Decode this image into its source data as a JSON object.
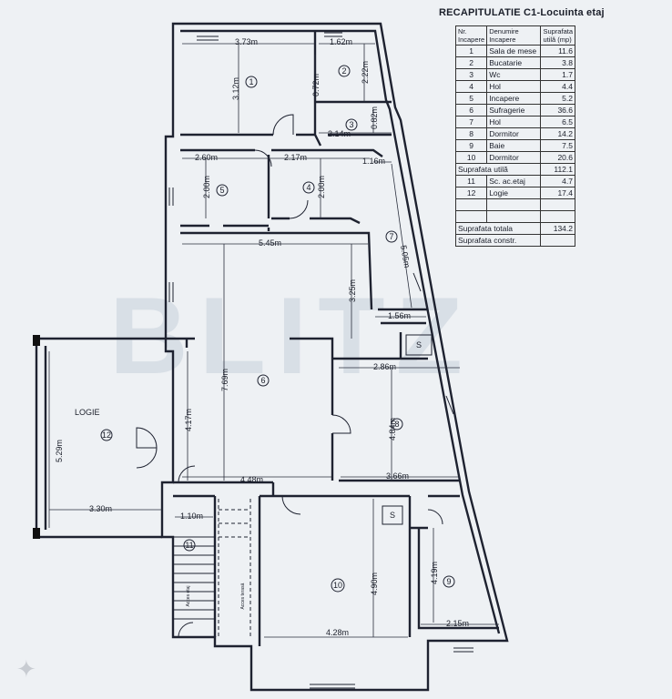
{
  "recap": {
    "title": "RECAPITULATIE  C1-Locuinta etaj",
    "headers": {
      "nr": "Nr. Incapere",
      "name": "Denumire Incapere",
      "area": "Suprafata utilă (mp)"
    },
    "rows": [
      {
        "nr": "1",
        "name": "Sala de mese",
        "area": "11.6"
      },
      {
        "nr": "2",
        "name": "Bucatarie",
        "area": "3.8"
      },
      {
        "nr": "3",
        "name": "Wc",
        "area": "1.7"
      },
      {
        "nr": "4",
        "name": "Hol",
        "area": "4.4"
      },
      {
        "nr": "5",
        "name": "Incapere",
        "area": "5.2"
      },
      {
        "nr": "6",
        "name": "Sufragerie",
        "area": "36.6"
      },
      {
        "nr": "7",
        "name": "Hol",
        "area": "6.5"
      },
      {
        "nr": "8",
        "name": "Dormitor",
        "area": "14.2"
      },
      {
        "nr": "9",
        "name": "Baie",
        "area": "7.5"
      },
      {
        "nr": "10",
        "name": "Dormitor",
        "area": "20.6"
      }
    ],
    "useful_label": "Suprafata utilă",
    "useful_value": "112.1",
    "extra_rows": [
      {
        "nr": "11",
        "name": "Sc. ac.etaj",
        "area": "4.7"
      },
      {
        "nr": "12",
        "name": "Logie",
        "area": "17.4"
      }
    ],
    "total_label": "Suprafata totala",
    "total_value": "134.2",
    "built_label": "Suprafata constr."
  },
  "plan": {
    "room_labels": [
      "1",
      "2",
      "3",
      "4",
      "5",
      "6",
      "7",
      "8",
      "9",
      "10",
      "11",
      "12"
    ],
    "logie_label": "LOGIE",
    "dimensions": {
      "r1_w": "3.73m",
      "r1_h": "3.12m",
      "r2_w": "1.62m",
      "r2_h": "2.22m",
      "r2_b": "0.72m",
      "r3_w": "2.14m",
      "r3_h": "0.82m",
      "r5_w": "2.60m",
      "r5_h": "2.00m",
      "r4_w": "2.17m",
      "r4_h": "2.00m",
      "r7_w": "1.16m",
      "r7_h": "5.05m",
      "r6_w": "5.45m",
      "r6_h1": "3.25m",
      "r6_h2": "7.69m",
      "r6_h3": "4.17m",
      "r6_b": "4.48m",
      "r8_c": "1.56m",
      "r8_w": "2.86m",
      "r8_h": "4.84m",
      "r8_b": "3.66m",
      "logie_h": "5.29m",
      "logie_w": "3.30m",
      "r11_w": "1.10m",
      "r10_h": "4.90m",
      "r10_w": "4.28m",
      "r9_h": "4.19m",
      "r9_w": "2.15m"
    },
    "stair_labels": [
      "Acces etaj",
      "Acces terasă"
    ],
    "watermark": "BLITZ"
  }
}
